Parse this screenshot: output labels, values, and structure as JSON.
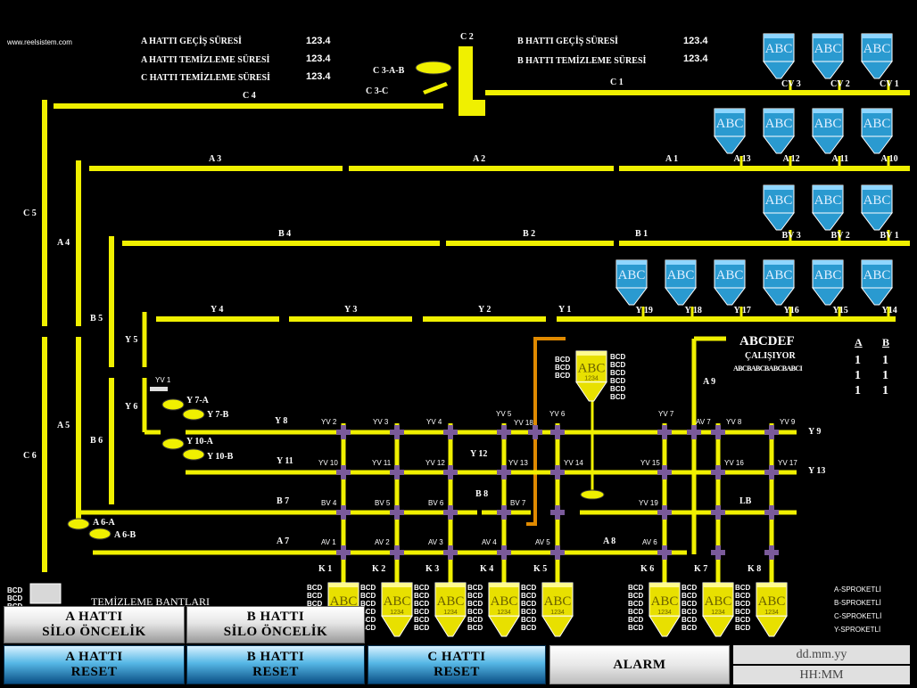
{
  "header": {
    "website": "www.reelsistem.com",
    "a_transition_label": "A HATTI GEÇİŞ SÜRESİ",
    "a_transition_value": "123.4",
    "a_clean_label": "A HATTI TEMİZLEME SÜRESİ",
    "a_clean_value": "123.4",
    "c_clean_label": "C HATTI TEMİZLEME SÜRESİ",
    "c_clean_value": "123.4",
    "b_transition_label": "B HATTI GEÇİŞ SÜRESİ",
    "b_transition_value": "123.4",
    "b_clean_label": "B HATTI TEMİZLEME SÜRESİ",
    "b_clean_value": "123.4"
  },
  "silo_text": "ABC",
  "silo_sub": "1234",
  "bcd_text": "BCD",
  "silo_labels": [
    "CV 3",
    "CV 2",
    "CV 1",
    "A 13",
    "A 12",
    "A 11",
    "A 10",
    "BV 3",
    "BV 2",
    "BV 1",
    "Y 19",
    "Y 18",
    "Y 17",
    "Y16",
    "Y15",
    "Y14"
  ],
  "line_labels": {
    "C2": "C 2",
    "C3AB": "C 3-A-B",
    "C3C": "C 3-C",
    "C1": "C 1",
    "C4": "C 4",
    "A3": "A 3",
    "A2": "A 2",
    "A1": "A 1",
    "C5": "C 5",
    "A4": "A 4",
    "B4": "B 4",
    "B2": "B 2",
    "B1": "B 1",
    "B5": "B 5",
    "Y4": "Y 4",
    "Y3": "Y 3",
    "Y2": "Y 2",
    "Y1": "Y 1",
    "Y5": "Y 5",
    "YV1": "YV 1",
    "Y6": "Y 6",
    "Y7A": "Y 7-A",
    "Y7B": "Y 7-B",
    "Y10A": "Y 10-A",
    "Y10B": "Y 10-B",
    "A5": "A 5",
    "B6": "B 6",
    "C6": "C 6",
    "A6A": "A 6-A",
    "A6B": "A 6-B",
    "A9": "A 9",
    "Y8": "Y 8",
    "Y9": "Y 9",
    "Y11": "Y 11",
    "Y12": "Y 12",
    "Y13": "Y 13",
    "B7": "B 7",
    "B8": "B 8",
    "LB": "LB",
    "A7": "A 7",
    "A8": "A 8"
  },
  "valves": {
    "YV2": "YV 2",
    "YV3": "YV 3",
    "YV4": "YV 4",
    "YV5": "YV 5",
    "YV18": "YV 18",
    "YV6": "YV 6",
    "YV7": "YV 7",
    "AV7": "AV 7",
    "YV8": "YV 8",
    "YV9": "YV 9",
    "YV10": "YV 10",
    "YV11": "YV 11",
    "YV12": "YV 12",
    "YV13": "YV 13",
    "YV14": "YV 14",
    "YV15": "YV 15",
    "YV16": "YV 16",
    "YV17": "YV 17",
    "BV4": "BV 4",
    "BV5": "BV 5",
    "BV6": "BV 6",
    "BV7": "BV 7",
    "YV19": "YV 19",
    "AV1": "AV 1",
    "AV2": "AV 2",
    "AV3": "AV 3",
    "AV4": "AV 4",
    "AV5": "AV 5",
    "AV6": "AV 6"
  },
  "k_labels": [
    "K 1",
    "K 2",
    "K 3",
    "K 4",
    "K 5",
    "K 6",
    "K 7",
    "K 8"
  ],
  "status_panel": {
    "title": "ABCDEF",
    "state": "ÇALIŞIYOR",
    "code": "ABCBABCBABCBABCI",
    "col_a": "A",
    "col_b": "B",
    "rows": [
      [
        "1",
        "1"
      ],
      [
        "1",
        "1"
      ],
      [
        "1",
        "1"
      ]
    ]
  },
  "clean_band_label": "TEMİZLEME BANTLARI",
  "legend": [
    "A-SPROKETLİ",
    "B-SPROKETLİ",
    "C-SPROKETLİ",
    "Y-SPROKETLİ"
  ],
  "buttons": {
    "a_priority": [
      "A HATTI",
      "SİLO ÖNCELİK"
    ],
    "b_priority": [
      "B HATTI",
      "SİLO ÖNCELİK"
    ],
    "a_reset": [
      "A HATTI",
      "RESET"
    ],
    "b_reset": [
      "B HATTI",
      "RESET"
    ],
    "c_reset": [
      "C HATTI",
      "RESET"
    ],
    "alarm": "ALARM"
  },
  "datetime": {
    "date": "dd.mm.yy",
    "time": "HH:MM"
  },
  "colors": {
    "pipe": "#f0f000",
    "valve": "#7a5a9a",
    "orange": "#e08a00",
    "silo_blue": "#2a9ad0",
    "silo_yellow": "#e8e000"
  }
}
